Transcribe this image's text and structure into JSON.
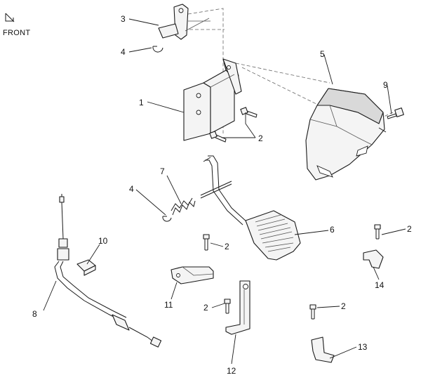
{
  "orientation": {
    "label": "FRONT",
    "icon": "front-arrow-icon"
  },
  "callouts": {
    "c1": "1",
    "c2a": "2",
    "c2b": "2",
    "c2c": "2",
    "c2d": "2",
    "c2e": "2",
    "c3": "3",
    "c4a": "4",
    "c4b": "4",
    "c5": "5",
    "c6": "6",
    "c7": "7",
    "c8": "8",
    "c9": "9",
    "c10": "10",
    "c11": "11",
    "c12": "12",
    "c13": "13",
    "c14": "14"
  }
}
